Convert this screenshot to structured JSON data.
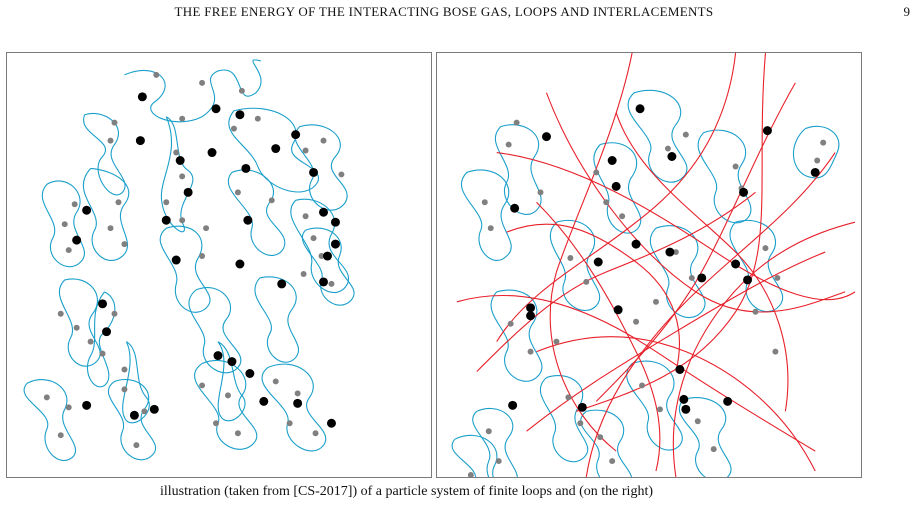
{
  "header": {
    "running_title": "THE FREE ENERGY OF THE INTERACTING BOSE GAS, LOOPS AND INTERLACEMENTS",
    "page_number": "9"
  },
  "colors": {
    "loop": "#1a9fca",
    "interlacement": "#e8202a",
    "large_point": "#000000",
    "small_point": "#808080",
    "frame": "#7a7a7a"
  },
  "figure": {
    "left_panel": {
      "shows": "cyan loops with black and grey points"
    },
    "right_panel": {
      "shows": "cyan loops, red interlacement paths, black and grey points"
    }
  },
  "caption": {
    "text": "illustration (taken from [CS-2017]) of a particle system of finite loops and (on the right)"
  }
}
